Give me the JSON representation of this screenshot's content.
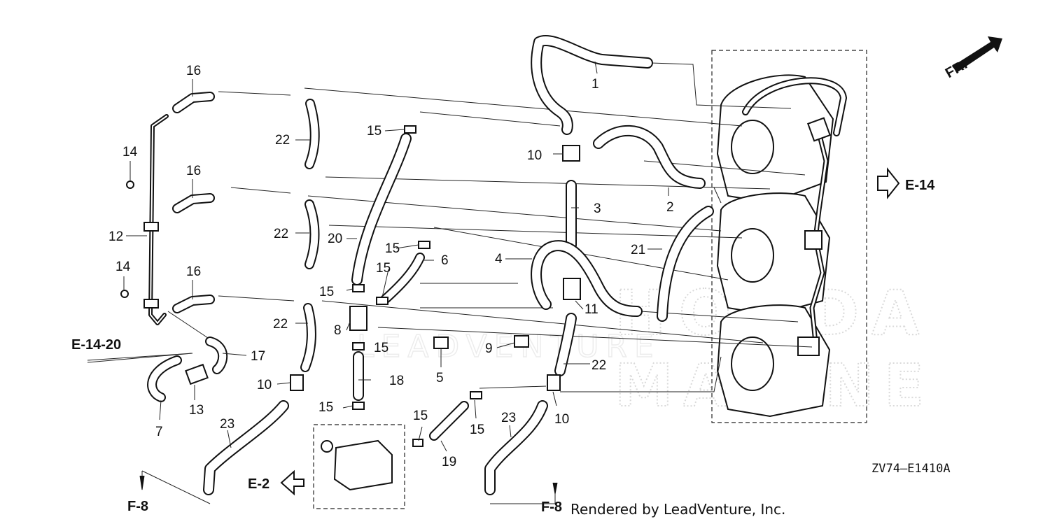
{
  "diagram": {
    "part_labels": [
      {
        "id": "1",
        "text": "1"
      },
      {
        "id": "2",
        "text": "2"
      },
      {
        "id": "3",
        "text": "3"
      },
      {
        "id": "4",
        "text": "4"
      },
      {
        "id": "5",
        "text": "5"
      },
      {
        "id": "6",
        "text": "6"
      },
      {
        "id": "7",
        "text": "7"
      },
      {
        "id": "8",
        "text": "8"
      },
      {
        "id": "9",
        "text": "9"
      },
      {
        "id": "10a",
        "text": "10"
      },
      {
        "id": "10b",
        "text": "10"
      },
      {
        "id": "10c",
        "text": "10"
      },
      {
        "id": "11",
        "text": "11"
      },
      {
        "id": "12",
        "text": "12"
      },
      {
        "id": "13",
        "text": "13"
      },
      {
        "id": "14a",
        "text": "14"
      },
      {
        "id": "14b",
        "text": "14"
      },
      {
        "id": "15a",
        "text": "15"
      },
      {
        "id": "15b",
        "text": "15"
      },
      {
        "id": "15c",
        "text": "15"
      },
      {
        "id": "15d",
        "text": "15"
      },
      {
        "id": "15e",
        "text": "15"
      },
      {
        "id": "15f",
        "text": "15"
      },
      {
        "id": "15g",
        "text": "15"
      },
      {
        "id": "15h",
        "text": "15"
      },
      {
        "id": "16a",
        "text": "16"
      },
      {
        "id": "16b",
        "text": "16"
      },
      {
        "id": "16c",
        "text": "16"
      },
      {
        "id": "17",
        "text": "17"
      },
      {
        "id": "18",
        "text": "18"
      },
      {
        "id": "19",
        "text": "19"
      },
      {
        "id": "20",
        "text": "20"
      },
      {
        "id": "21",
        "text": "21"
      },
      {
        "id": "22a",
        "text": "22"
      },
      {
        "id": "22b",
        "text": "22"
      },
      {
        "id": "22c",
        "text": "22"
      },
      {
        "id": "22d",
        "text": "22"
      },
      {
        "id": "23a",
        "text": "23"
      },
      {
        "id": "23b",
        "text": "23"
      }
    ],
    "section_refs": {
      "e14": "E-14",
      "e14_20": "E-14-20",
      "e2": "E-2",
      "f8_left": "F-8",
      "f8_right": "F-8",
      "front": "FR."
    },
    "drawing_code": "ZV74—E1410A",
    "watermark": {
      "line1": "HONDA",
      "line2": "MARINE",
      "brand": "LEADVENTURE"
    },
    "credit": "Rendered by LeadVenture, Inc."
  }
}
